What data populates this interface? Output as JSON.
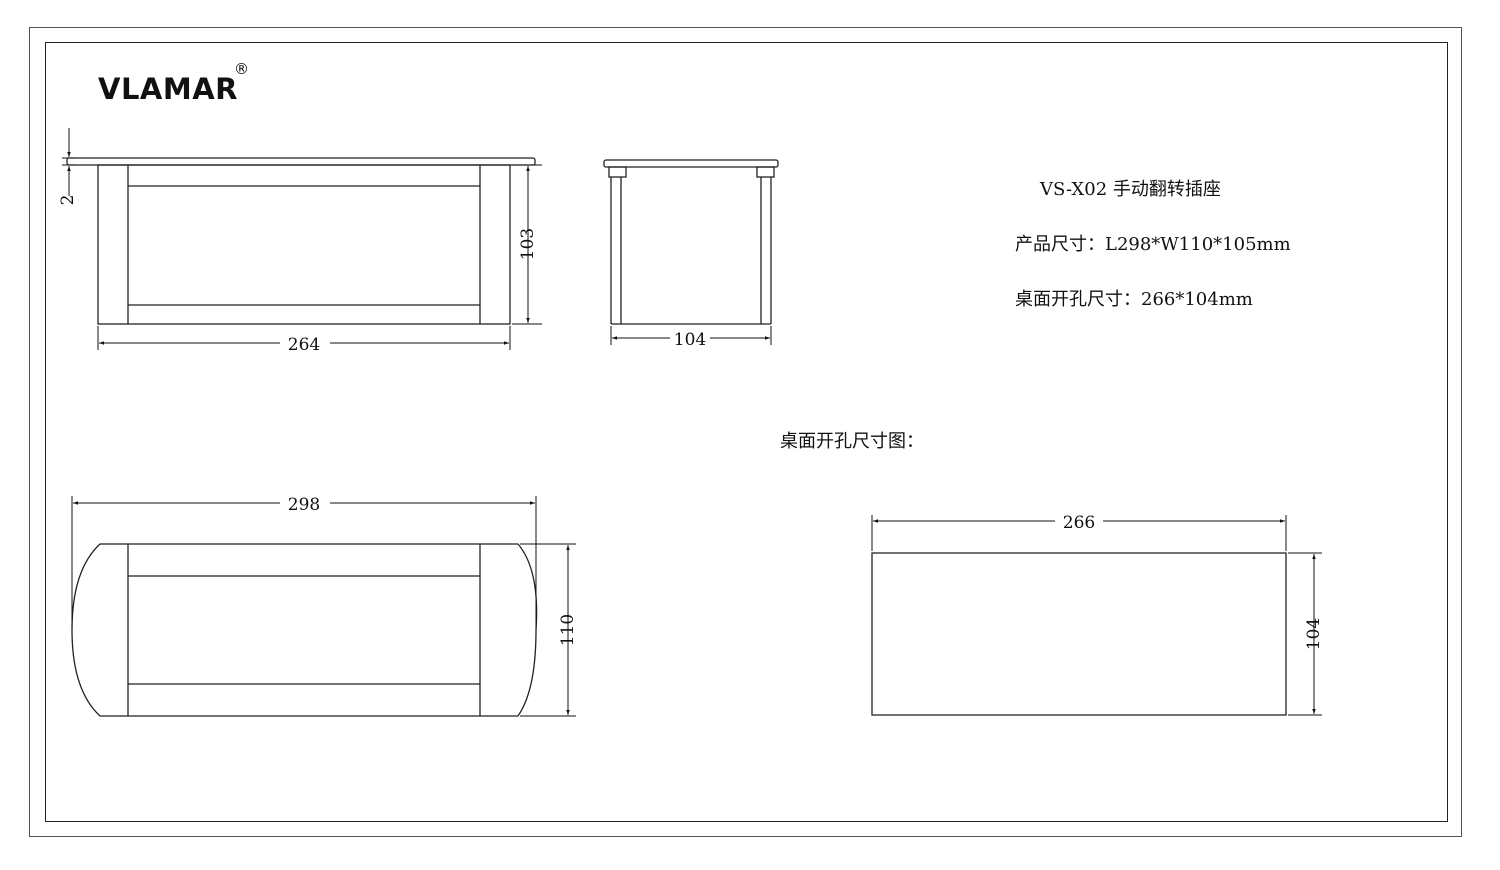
{
  "brand": {
    "name": "VLAMAR",
    "registered_mark": "®"
  },
  "product": {
    "title": "VS-X02 手动翻转插座",
    "size_line": "产品尺寸：L298*W110*105mm",
    "cutout_line": "桌面开孔尺寸：266*104mm"
  },
  "cutout_diagram_title": "桌面开孔尺寸图：",
  "dimensions": {
    "front_flange": "2",
    "front_height": "103",
    "front_width": "264",
    "side_width": "104",
    "top_length": "298",
    "top_width": "110",
    "cutout_length": "266",
    "cutout_width": "104"
  }
}
